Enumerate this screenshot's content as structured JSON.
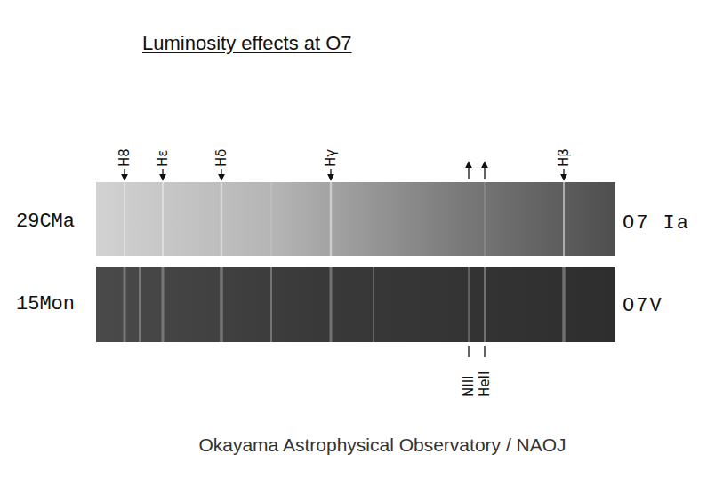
{
  "diagram": {
    "title": "Luminosity effects at O7",
    "caption": "Okayama Astrophysical Observatory / NAOJ",
    "labels": [
      "H8",
      "Hε",
      "Hδ",
      "Hγ",
      "Hβ",
      "29CMa",
      "O7 Ia",
      "15Mon",
      "O7V",
      "NIII",
      "HeII"
    ]
  }
}
